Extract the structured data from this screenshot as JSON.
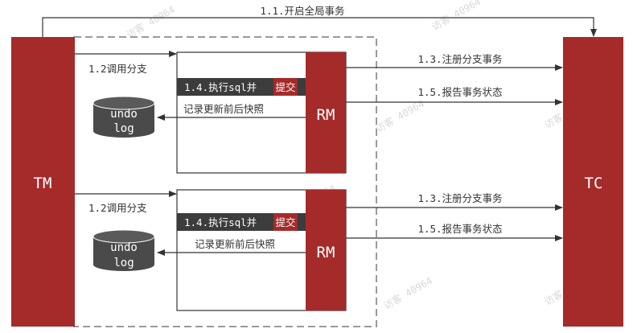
{
  "colors": {
    "accent": "#a52a2a",
    "dark_bar": "#3c3c3c",
    "db_fill": "#4a4a4a",
    "line": "#333333",
    "dashed": "#9a9a9a",
    "watermark": "#d8d8d8"
  },
  "nodes": {
    "tm": "TM",
    "tc": "TC",
    "rm_top": "RM",
    "rm_bottom": "RM"
  },
  "db": {
    "top": {
      "line1": "undo",
      "line2": "log"
    },
    "bottom": {
      "line1": "undo",
      "line2": "log"
    }
  },
  "labels": {
    "global_tx": "1.1.开启全局事务",
    "call_branch_top": "1.2调用分支",
    "call_branch_bottom": "1.2调用分支",
    "exec_sql_top": "1.4.执行sql并",
    "commit_top": "提交",
    "exec_sql_bottom": "1.4.执行sql并",
    "commit_bottom": "提交",
    "snapshot_top": "记录更新前后快照",
    "snapshot_bottom": "记录更新前后快照",
    "register_top": "1.3.注册分支事务",
    "report_top": "1.5.报告事务状态",
    "register_bottom": "1.3.注册分支事务",
    "report_bottom": "1.5.报告事务状态"
  },
  "watermark": "访客 40964"
}
